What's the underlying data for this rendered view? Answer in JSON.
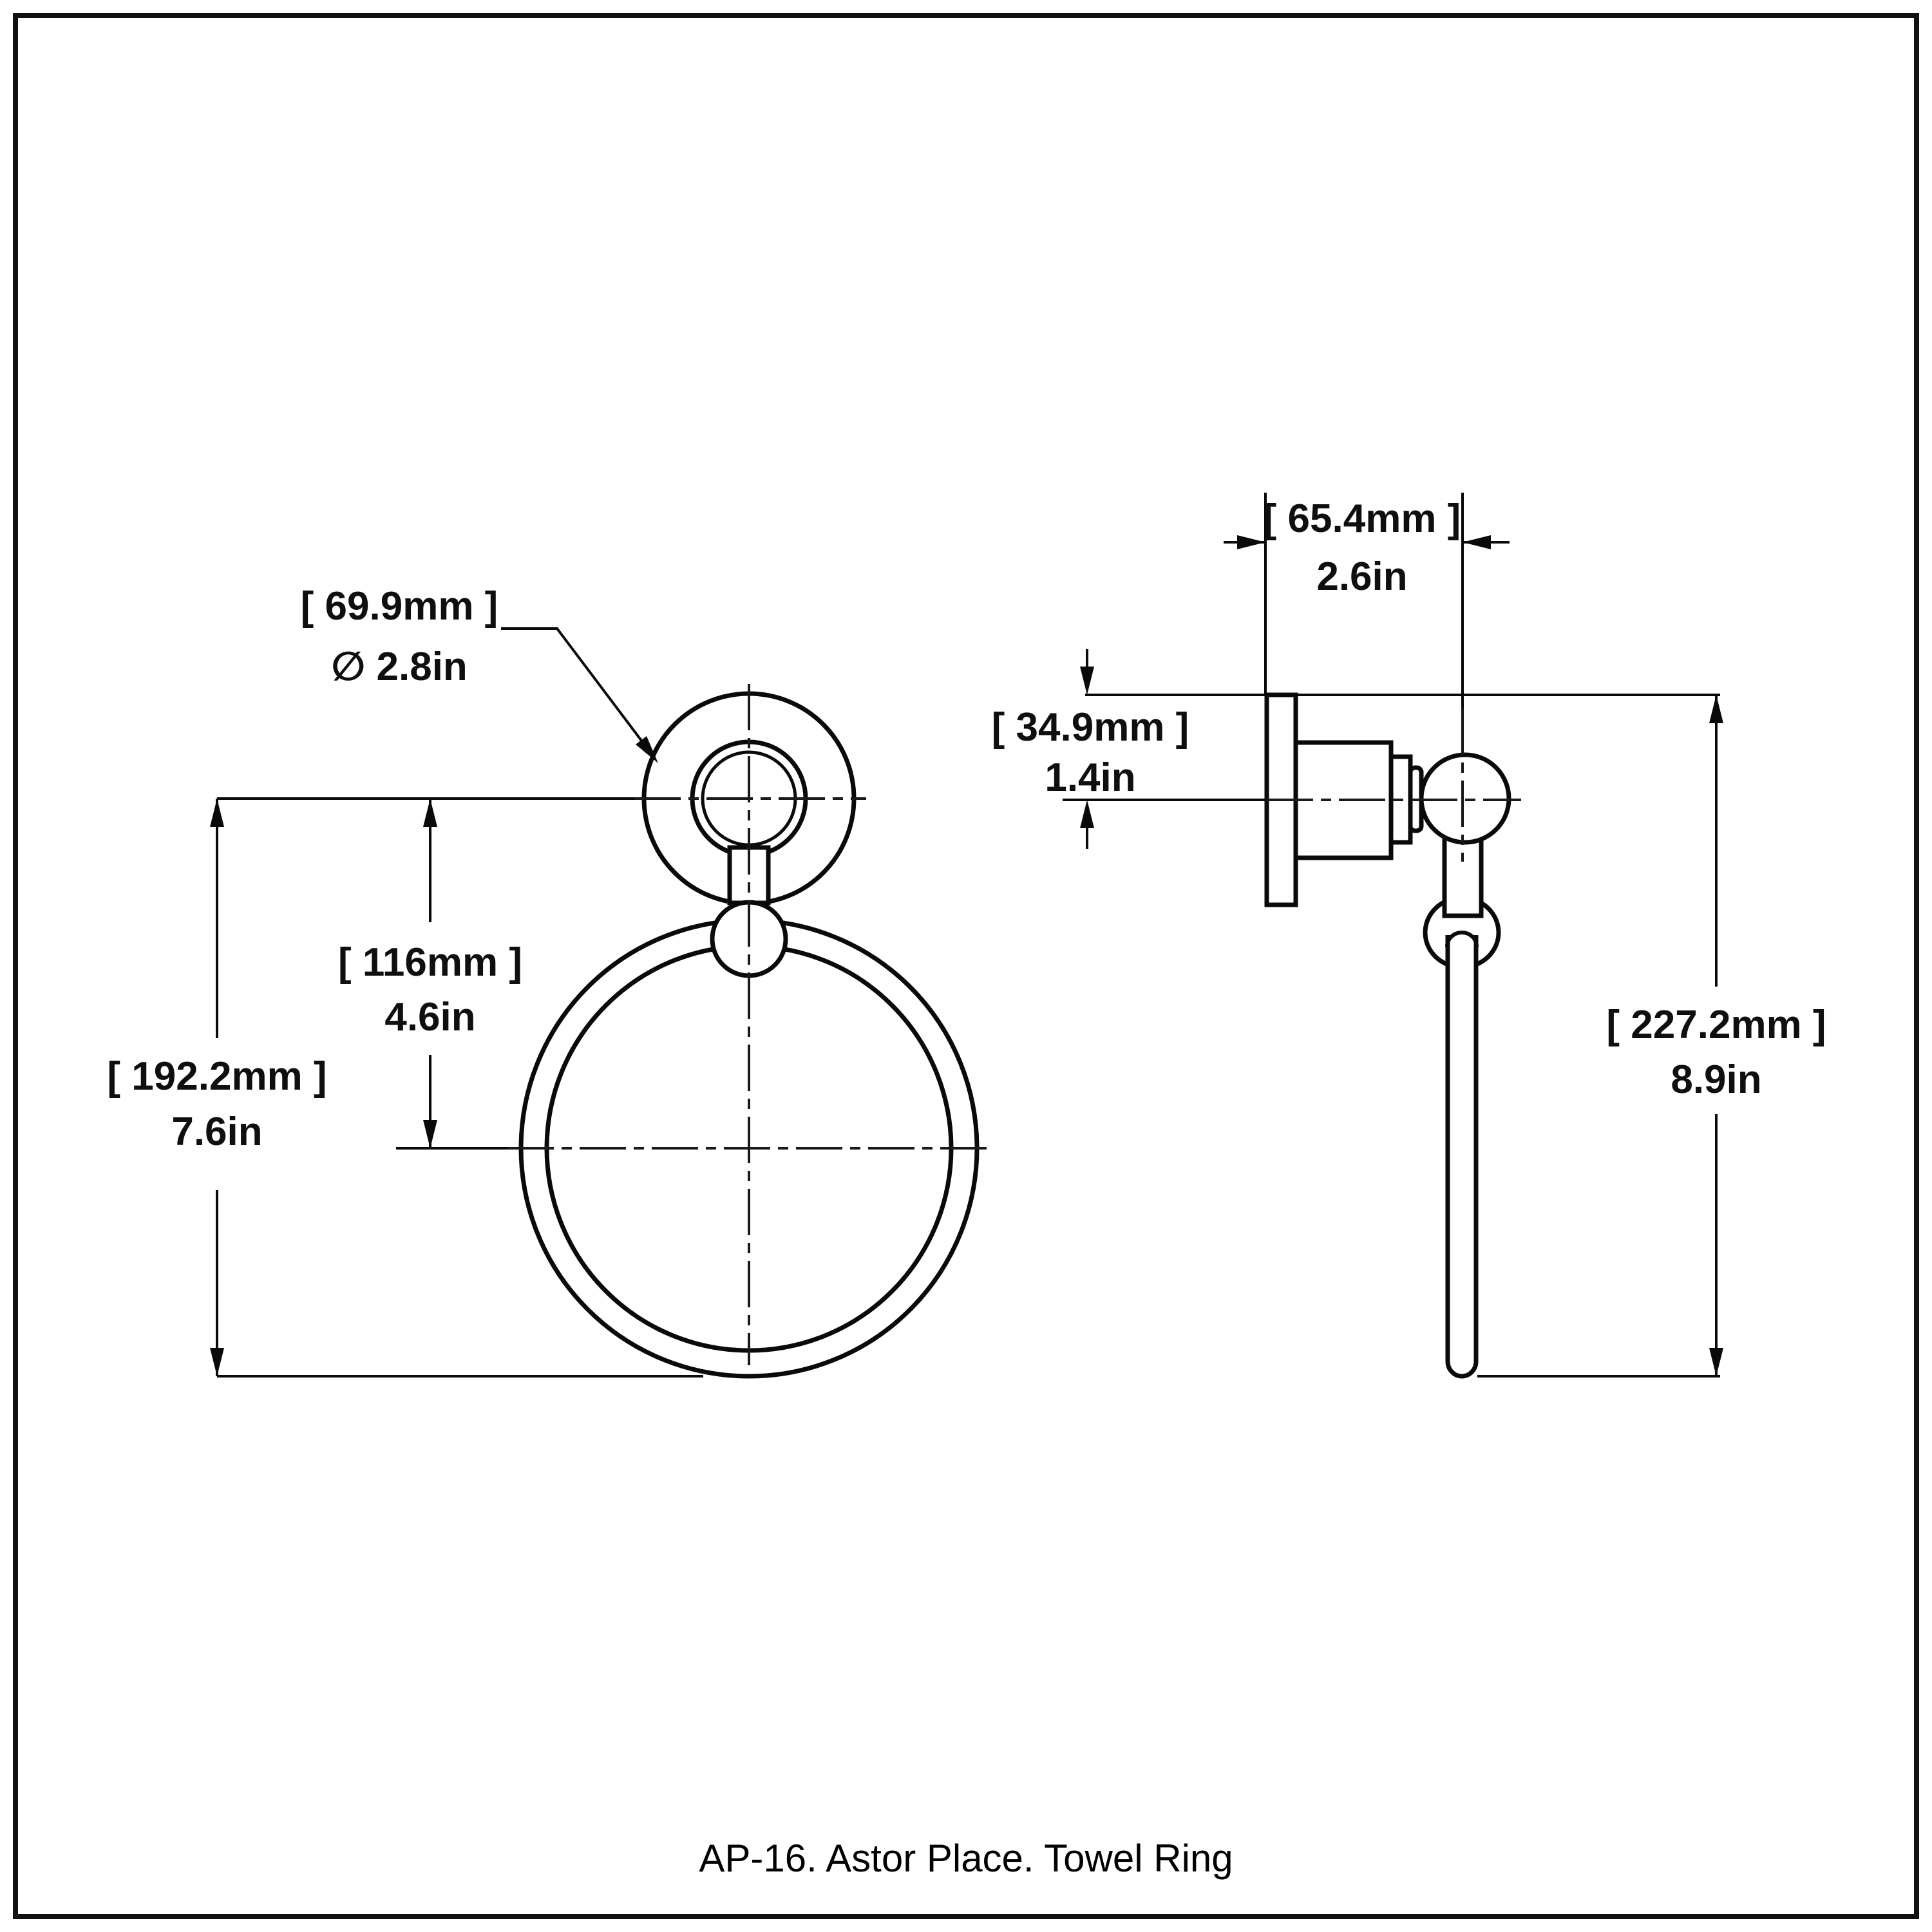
{
  "title_block": "AP-16. Astor Place. Towel Ring",
  "dimensions": {
    "flange_diameter": {
      "mm": "[ 69.9mm ]",
      "inch": "∅ 2.8in"
    },
    "projection_depth": {
      "mm": "[ 65.4mm ]",
      "inch": "2.6in"
    },
    "plate_top_to_centerline": {
      "mm": "[ 34.9mm ]",
      "inch": "1.4in"
    },
    "centerline_to_ring_center": {
      "mm": "[ 116mm ]",
      "inch": "4.6in"
    },
    "centerline_to_ring_bottom": {
      "mm": "[ 192.2mm ]",
      "inch": "7.6in"
    },
    "overall_height": {
      "mm": "[ 227.2mm ]",
      "inch": "8.9in"
    }
  }
}
